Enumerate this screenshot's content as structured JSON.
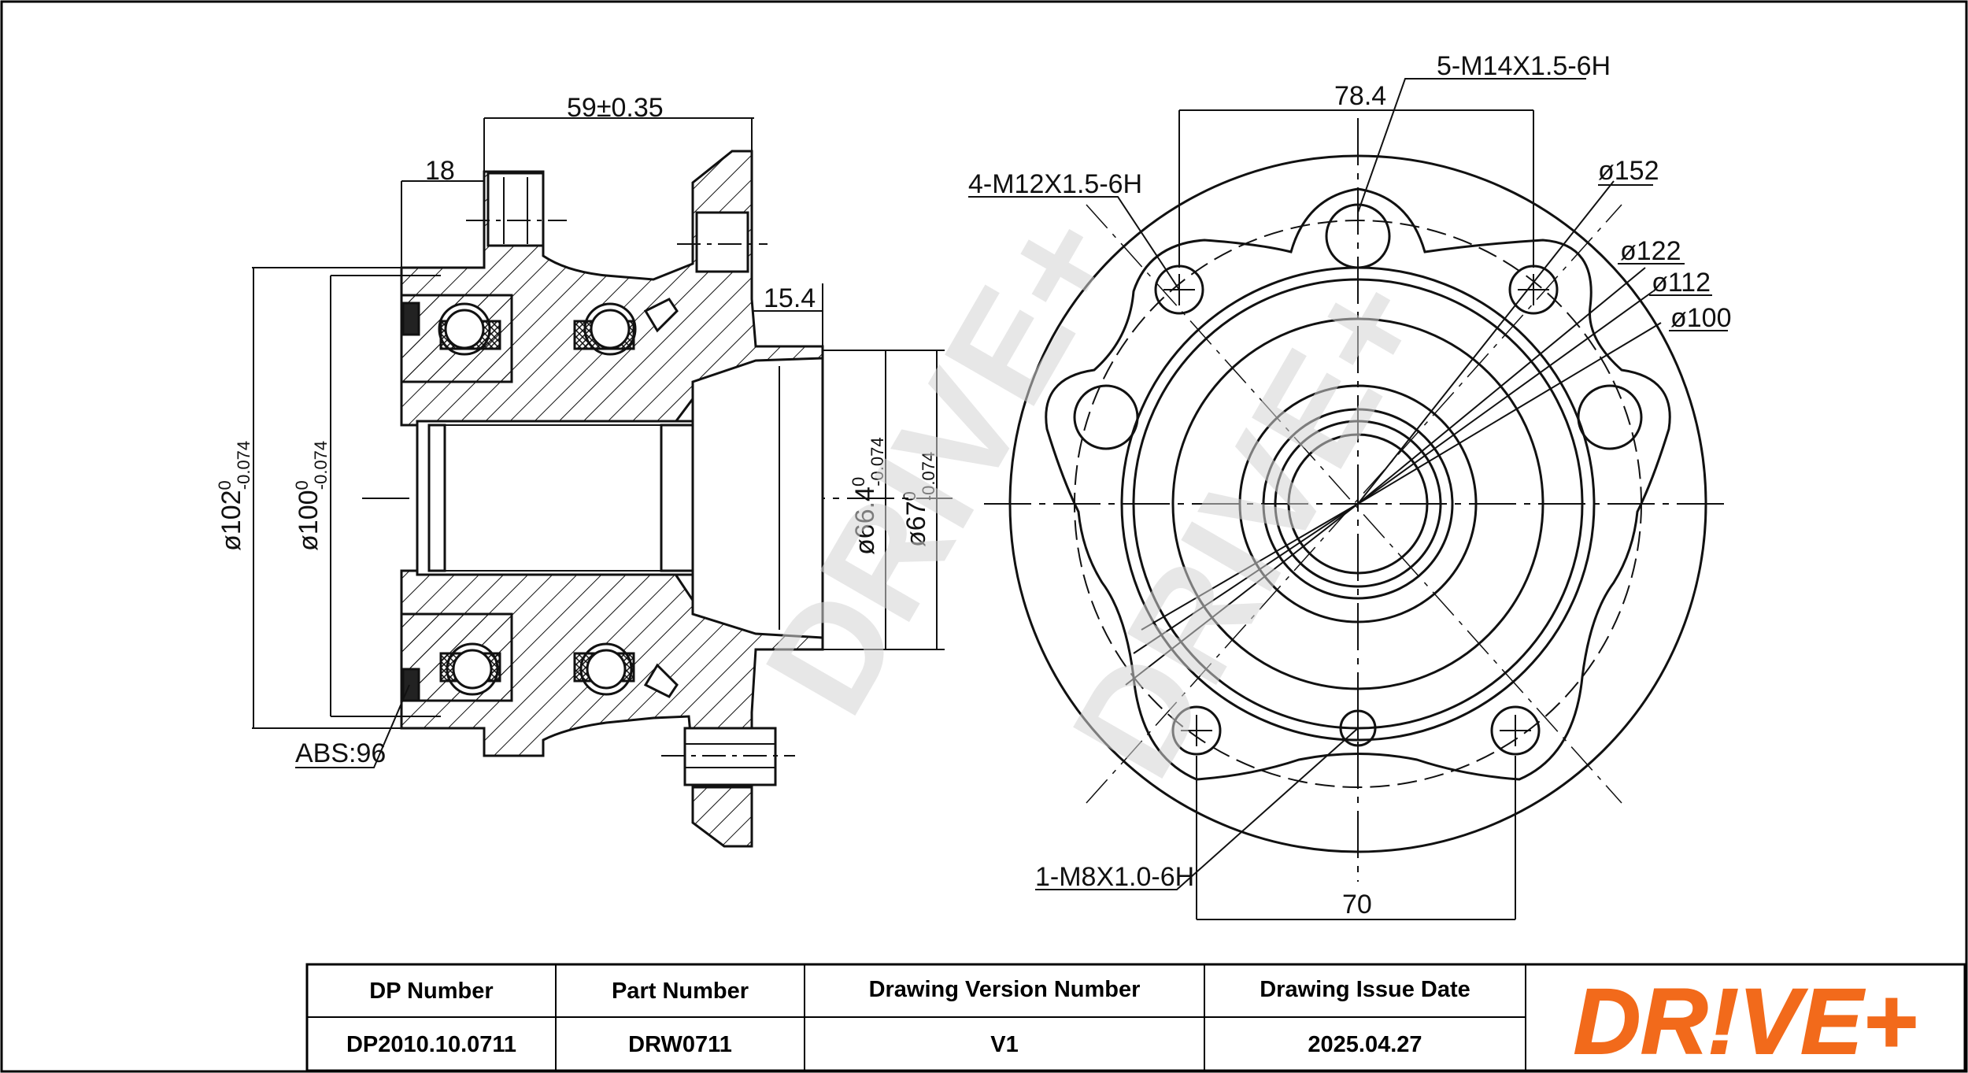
{
  "drawing": {
    "front_view": {
      "dimensions": {
        "flange_width": "59±0.35",
        "flange_thickness": "18",
        "pilot_height": "15.4",
        "abs": "ABS:96",
        "diameters": [
          {
            "sym": "ø",
            "main": "102",
            "upper": "0",
            "lower": "-0.074"
          },
          {
            "sym": "ø",
            "main": "100",
            "upper": "0",
            "lower": "-0.074"
          },
          {
            "sym": "ø",
            "main": "66.4",
            "upper": "0",
            "lower": "-0.074"
          },
          {
            "sym": "ø",
            "main": "67",
            "upper": "0",
            "lower": "-0.074"
          }
        ]
      }
    },
    "side_view": {
      "dimensions": {
        "stud_thread": "5-M14X1.5-6H",
        "mount_thread": "4-M12X1.5-6H",
        "screw_thread": "1-M8X1.0-6H",
        "top_width": "78.4",
        "bottom_width": "70",
        "dia_152": "ø152",
        "dia_122": "ø122",
        "dia_112": "ø112",
        "dia_100": "ø100"
      }
    },
    "watermark": "DRIVE+"
  },
  "title_block": {
    "headers": [
      "DP Number",
      "Part Number",
      "Drawing Version Number",
      "Drawing Issue Date"
    ],
    "values": [
      "DP2010.10.0711",
      "DRW0711",
      "V1",
      "2025.04.27"
    ]
  },
  "logo": {
    "text": "DR!VE+",
    "color": "#f26a1b"
  }
}
